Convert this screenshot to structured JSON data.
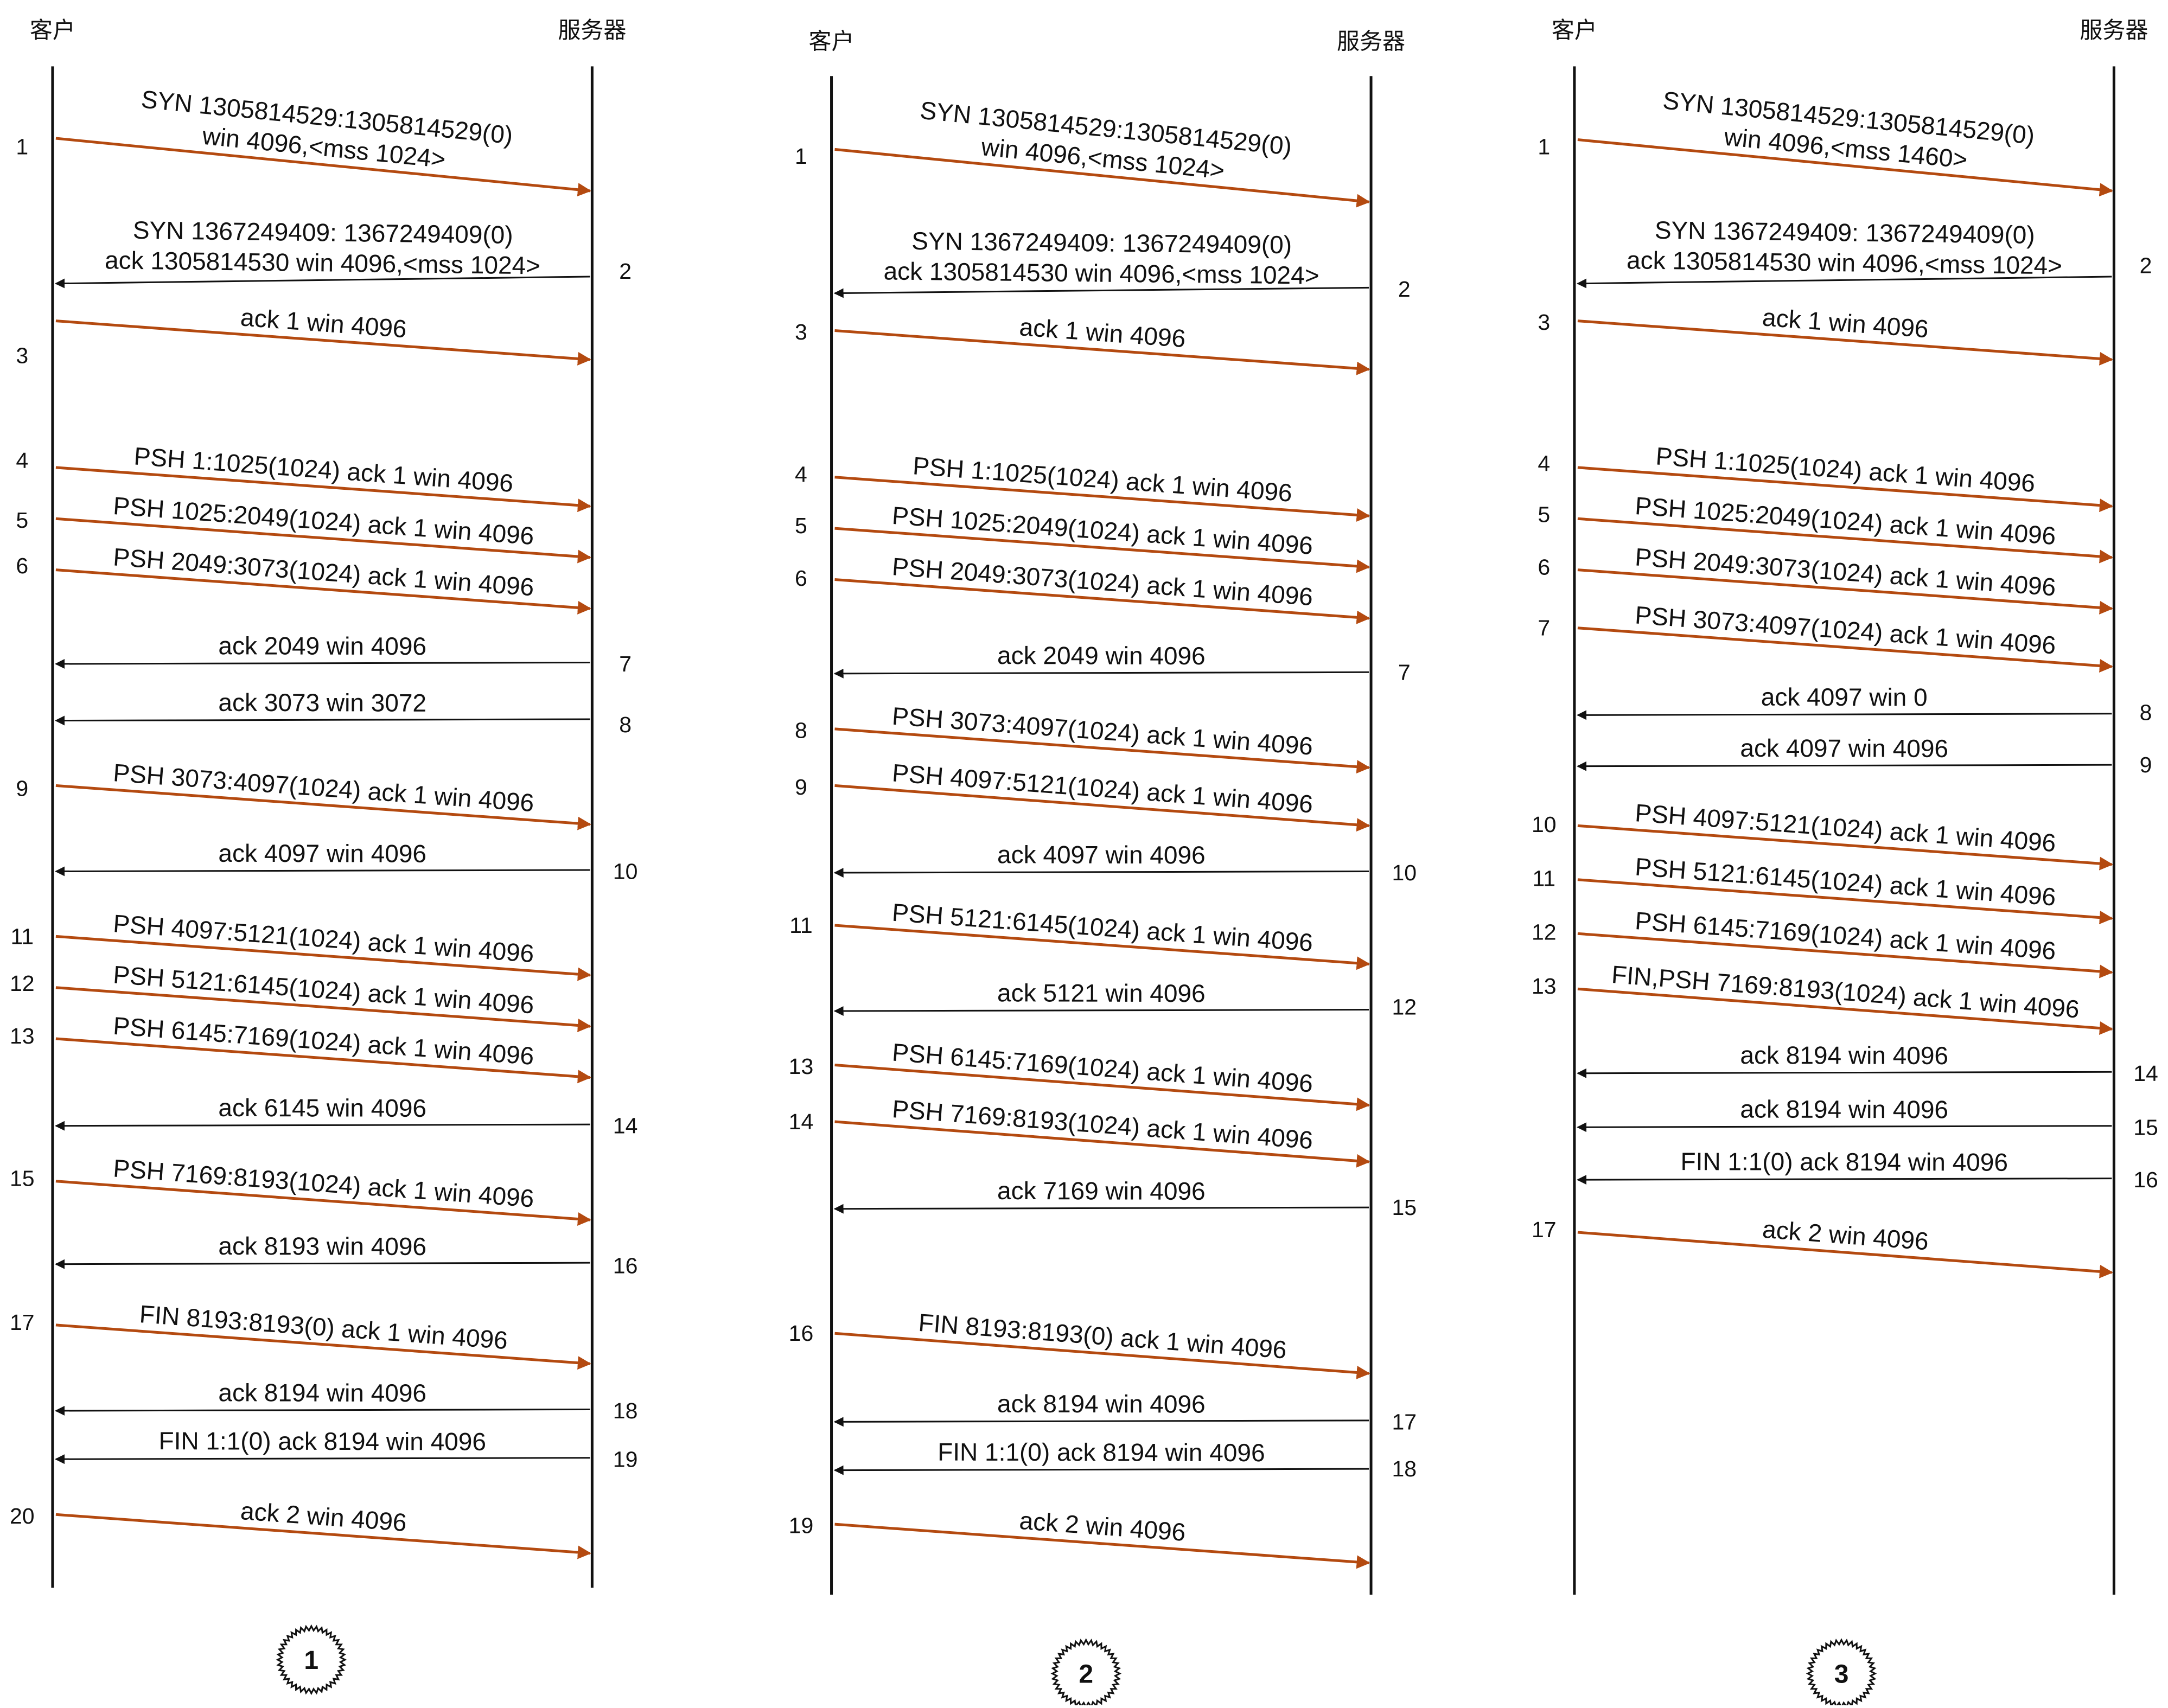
{
  "colors": {
    "client_arrow": "#B44A10",
    "server_arrow": "#111111",
    "line": "#111111"
  },
  "diagrams": [
    {
      "client_title": "客户",
      "server_title": "服务器",
      "badge": "1",
      "messages": [
        {
          "seq": "1",
          "dir": "c2s",
          "lines": [
            "SYN 1305814529:1305814529(0)",
            "win 4096,<mss 1024>"
          ]
        },
        {
          "seq": "2",
          "dir": "s2c",
          "lines": [
            "SYN 1367249409: 1367249409(0)",
            "ack 1305814530 win 4096,<mss 1024>"
          ]
        },
        {
          "seq": "3",
          "dir": "c2s",
          "lines": [
            "ack 1 win 4096"
          ]
        },
        {
          "seq": "4",
          "dir": "c2s",
          "lines": [
            "PSH 1:1025(1024) ack 1 win 4096"
          ]
        },
        {
          "seq": "5",
          "dir": "c2s",
          "lines": [
            "PSH 1025:2049(1024) ack 1 win 4096"
          ]
        },
        {
          "seq": "6",
          "dir": "c2s",
          "lines": [
            "PSH 2049:3073(1024) ack 1 win 4096"
          ]
        },
        {
          "seq": "7",
          "dir": "s2c",
          "lines": [
            "ack 2049 win 4096"
          ]
        },
        {
          "seq": "8",
          "dir": "s2c",
          "lines": [
            "ack 3073 win 3072"
          ]
        },
        {
          "seq": "9",
          "dir": "c2s",
          "lines": [
            "PSH 3073:4097(1024) ack 1 win 4096"
          ]
        },
        {
          "seq": "10",
          "dir": "s2c",
          "lines": [
            "ack 4097 win 4096"
          ]
        },
        {
          "seq": "11",
          "dir": "c2s",
          "lines": [
            "PSH 4097:5121(1024) ack 1 win 4096"
          ]
        },
        {
          "seq": "12",
          "dir": "c2s",
          "lines": [
            "PSH 5121:6145(1024) ack 1 win 4096"
          ]
        },
        {
          "seq": "13",
          "dir": "c2s",
          "lines": [
            "PSH 6145:7169(1024) ack 1 win 4096"
          ]
        },
        {
          "seq": "14",
          "dir": "s2c",
          "lines": [
            "ack 6145 win 4096"
          ]
        },
        {
          "seq": "15",
          "dir": "c2s",
          "lines": [
            "PSH 7169:8193(1024) ack 1 win 4096"
          ]
        },
        {
          "seq": "16",
          "dir": "s2c",
          "lines": [
            "ack 8193 win 4096"
          ]
        },
        {
          "seq": "17",
          "dir": "c2s",
          "lines": [
            "FIN 8193:8193(0) ack 1 win 4096"
          ]
        },
        {
          "seq": "18",
          "dir": "s2c",
          "lines": [
            "ack 8194 win 4096"
          ]
        },
        {
          "seq": "19",
          "dir": "s2c",
          "lines": [
            "FIN 1:1(0) ack 8194 win 4096"
          ]
        },
        {
          "seq": "20",
          "dir": "c2s",
          "lines": [
            "ack 2 win 4096"
          ]
        }
      ]
    },
    {
      "client_title": "客户",
      "server_title": "服务器",
      "badge": "2",
      "messages": [
        {
          "seq": "1",
          "dir": "c2s",
          "lines": [
            "SYN 1305814529:1305814529(0)",
            "win 4096,<mss 1024>"
          ]
        },
        {
          "seq": "2",
          "dir": "s2c",
          "lines": [
            "SYN 1367249409: 1367249409(0)",
            "ack 1305814530 win 4096,<mss 1024>"
          ]
        },
        {
          "seq": "3",
          "dir": "c2s",
          "lines": [
            "ack 1 win 4096"
          ]
        },
        {
          "seq": "4",
          "dir": "c2s",
          "lines": [
            "PSH 1:1025(1024) ack 1 win 4096"
          ]
        },
        {
          "seq": "5",
          "dir": "c2s",
          "lines": [
            "PSH 1025:2049(1024) ack 1 win 4096"
          ]
        },
        {
          "seq": "6",
          "dir": "c2s",
          "lines": [
            "PSH 2049:3073(1024) ack 1 win 4096"
          ]
        },
        {
          "seq": "7",
          "dir": "s2c",
          "lines": [
            "ack 2049 win 4096"
          ]
        },
        {
          "seq": "8",
          "dir": "c2s",
          "lines": [
            "PSH 3073:4097(1024) ack 1 win 4096"
          ]
        },
        {
          "seq": "9",
          "dir": "c2s",
          "lines": [
            "PSH 4097:5121(1024) ack 1 win 4096"
          ]
        },
        {
          "seq": "10",
          "dir": "s2c",
          "lines": [
            "ack 4097 win 4096"
          ]
        },
        {
          "seq": "11",
          "dir": "c2s",
          "lines": [
            "PSH 5121:6145(1024) ack 1 win 4096"
          ]
        },
        {
          "seq": "12",
          "dir": "s2c",
          "lines": [
            "ack 5121 win 4096"
          ]
        },
        {
          "seq": "13",
          "dir": "c2s",
          "lines": [
            "PSH 6145:7169(1024) ack 1 win 4096"
          ]
        },
        {
          "seq": "14",
          "dir": "c2s",
          "lines": [
            "PSH 7169:8193(1024) ack 1 win 4096"
          ]
        },
        {
          "seq": "15",
          "dir": "s2c",
          "lines": [
            "ack 7169 win 4096"
          ]
        },
        {
          "seq": "16",
          "dir": "c2s",
          "lines": [
            "FIN 8193:8193(0) ack 1 win 4096"
          ]
        },
        {
          "seq": "17",
          "dir": "s2c",
          "lines": [
            "ack 8194 win 4096"
          ]
        },
        {
          "seq": "18",
          "dir": "s2c",
          "lines": [
            "FIN 1:1(0) ack 8194 win 4096"
          ]
        },
        {
          "seq": "19",
          "dir": "c2s",
          "lines": [
            "ack 2 win 4096"
          ]
        }
      ]
    },
    {
      "client_title": "客户",
      "server_title": "服务器",
      "badge": "3",
      "messages": [
        {
          "seq": "1",
          "dir": "c2s",
          "lines": [
            "SYN 1305814529:1305814529(0)",
            "win 4096,<mss 1460>"
          ]
        },
        {
          "seq": "2",
          "dir": "s2c",
          "lines": [
            "SYN 1367249409: 1367249409(0)",
            "ack 1305814530 win 4096,<mss 1024>"
          ]
        },
        {
          "seq": "3",
          "dir": "c2s",
          "lines": [
            "ack 1 win 4096"
          ]
        },
        {
          "seq": "4",
          "dir": "c2s",
          "lines": [
            "PSH 1:1025(1024) ack 1 win 4096"
          ]
        },
        {
          "seq": "5",
          "dir": "c2s",
          "lines": [
            "PSH 1025:2049(1024) ack 1 win 4096"
          ]
        },
        {
          "seq": "6",
          "dir": "c2s",
          "lines": [
            "PSH 2049:3073(1024) ack 1 win 4096"
          ]
        },
        {
          "seq": "7",
          "dir": "c2s",
          "lines": [
            "PSH 3073:4097(1024) ack 1 win 4096"
          ]
        },
        {
          "seq": "8",
          "dir": "s2c",
          "lines": [
            "ack 4097 win 0"
          ]
        },
        {
          "seq": "9",
          "dir": "s2c",
          "lines": [
            "ack 4097 win 4096"
          ]
        },
        {
          "seq": "10",
          "dir": "c2s",
          "lines": [
            "PSH 4097:5121(1024) ack 1 win 4096"
          ]
        },
        {
          "seq": "11",
          "dir": "c2s",
          "lines": [
            "PSH 5121:6145(1024) ack 1 win 4096"
          ]
        },
        {
          "seq": "12",
          "dir": "c2s",
          "lines": [
            "PSH 6145:7169(1024) ack 1 win 4096"
          ]
        },
        {
          "seq": "13",
          "dir": "c2s",
          "lines": [
            "FIN,PSH 7169:8193(1024) ack 1 win 4096"
          ]
        },
        {
          "seq": "14",
          "dir": "s2c",
          "lines": [
            "ack 8194 win 4096"
          ]
        },
        {
          "seq": "15",
          "dir": "s2c",
          "lines": [
            "ack 8194 win 4096"
          ]
        },
        {
          "seq": "16",
          "dir": "s2c",
          "lines": [
            "FIN 1:1(0) ack 8194 win 4096"
          ]
        },
        {
          "seq": "17",
          "dir": "c2s",
          "lines": [
            "ack 2 win 4096"
          ]
        }
      ]
    }
  ]
}
